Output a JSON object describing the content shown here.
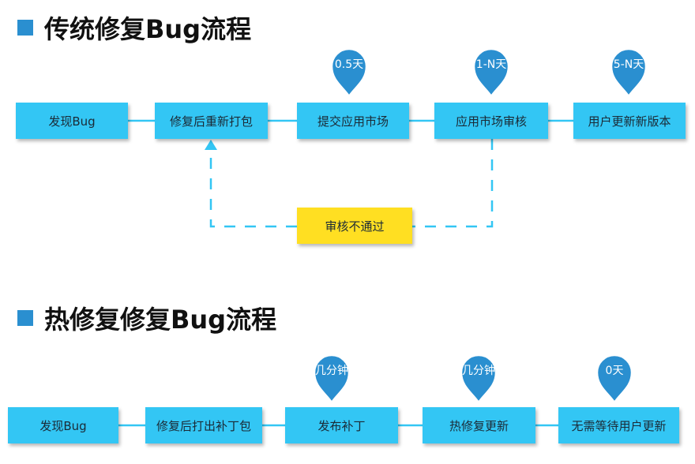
{
  "section1": {
    "title": "传统修复Bug流程",
    "steps": [
      "发现Bug",
      "修复后重新打包",
      "提交应用市场",
      "应用市场审核",
      "用户更新新版本"
    ],
    "durations": [
      "0.5天",
      "1-N天",
      "5-N天"
    ],
    "reject_label": "审核不通过"
  },
  "section2": {
    "title": "热修复修复Bug流程",
    "steps": [
      "发现Bug",
      "修复后打出补丁包",
      "发布补丁",
      "热修复更新",
      "无需等待用户更新"
    ],
    "durations": [
      "几分钟",
      "几分钟",
      "0天"
    ]
  },
  "colors": {
    "box_blue": "#33c6f4",
    "box_yellow": "#ffdf22",
    "pin_blue": "#2a8fd0",
    "connector": "#33c6f4",
    "bullet": "#2a8fd0"
  }
}
